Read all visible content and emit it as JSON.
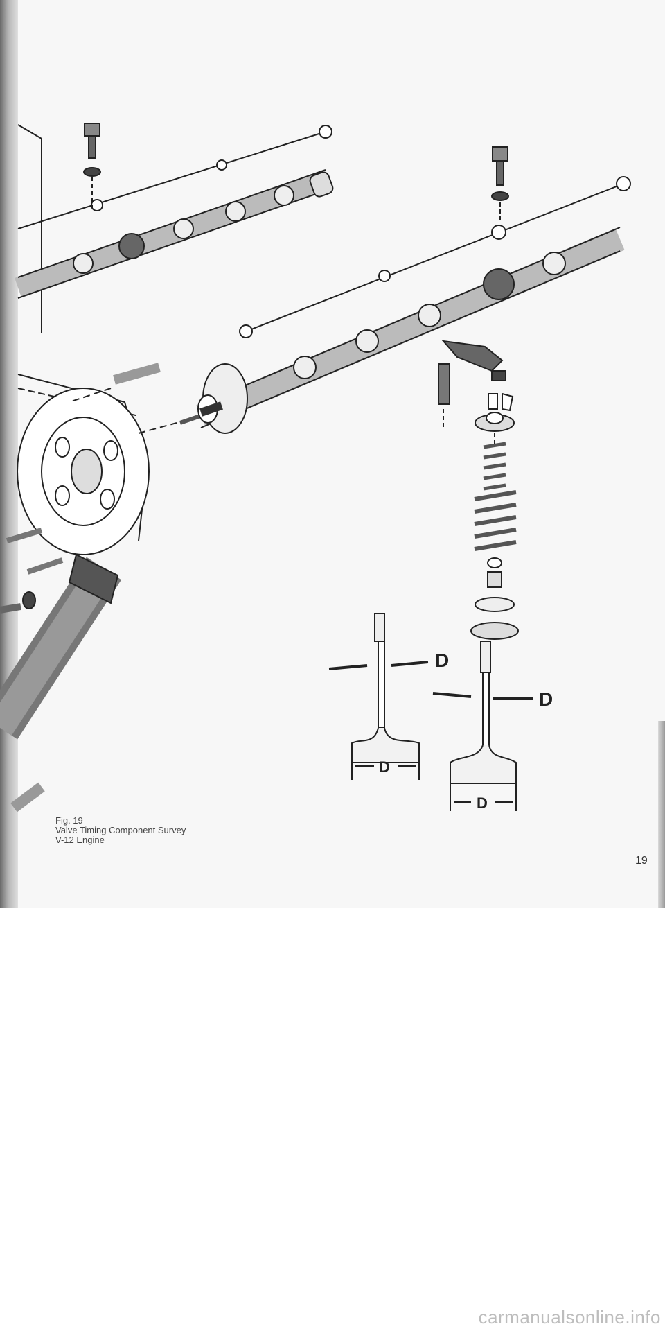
{
  "figure": {
    "caption_lines": [
      "Fig. 19",
      "Valve Timing Component Survey",
      "V-12 Engine"
    ],
    "callout_label": "D"
  },
  "page_number": "19",
  "watermark": "carmanualsonline.info",
  "colors": {
    "page": "#f7f7f7",
    "line": "#222222",
    "part_dark": "#555555",
    "watermark": "#bdbdbd"
  }
}
